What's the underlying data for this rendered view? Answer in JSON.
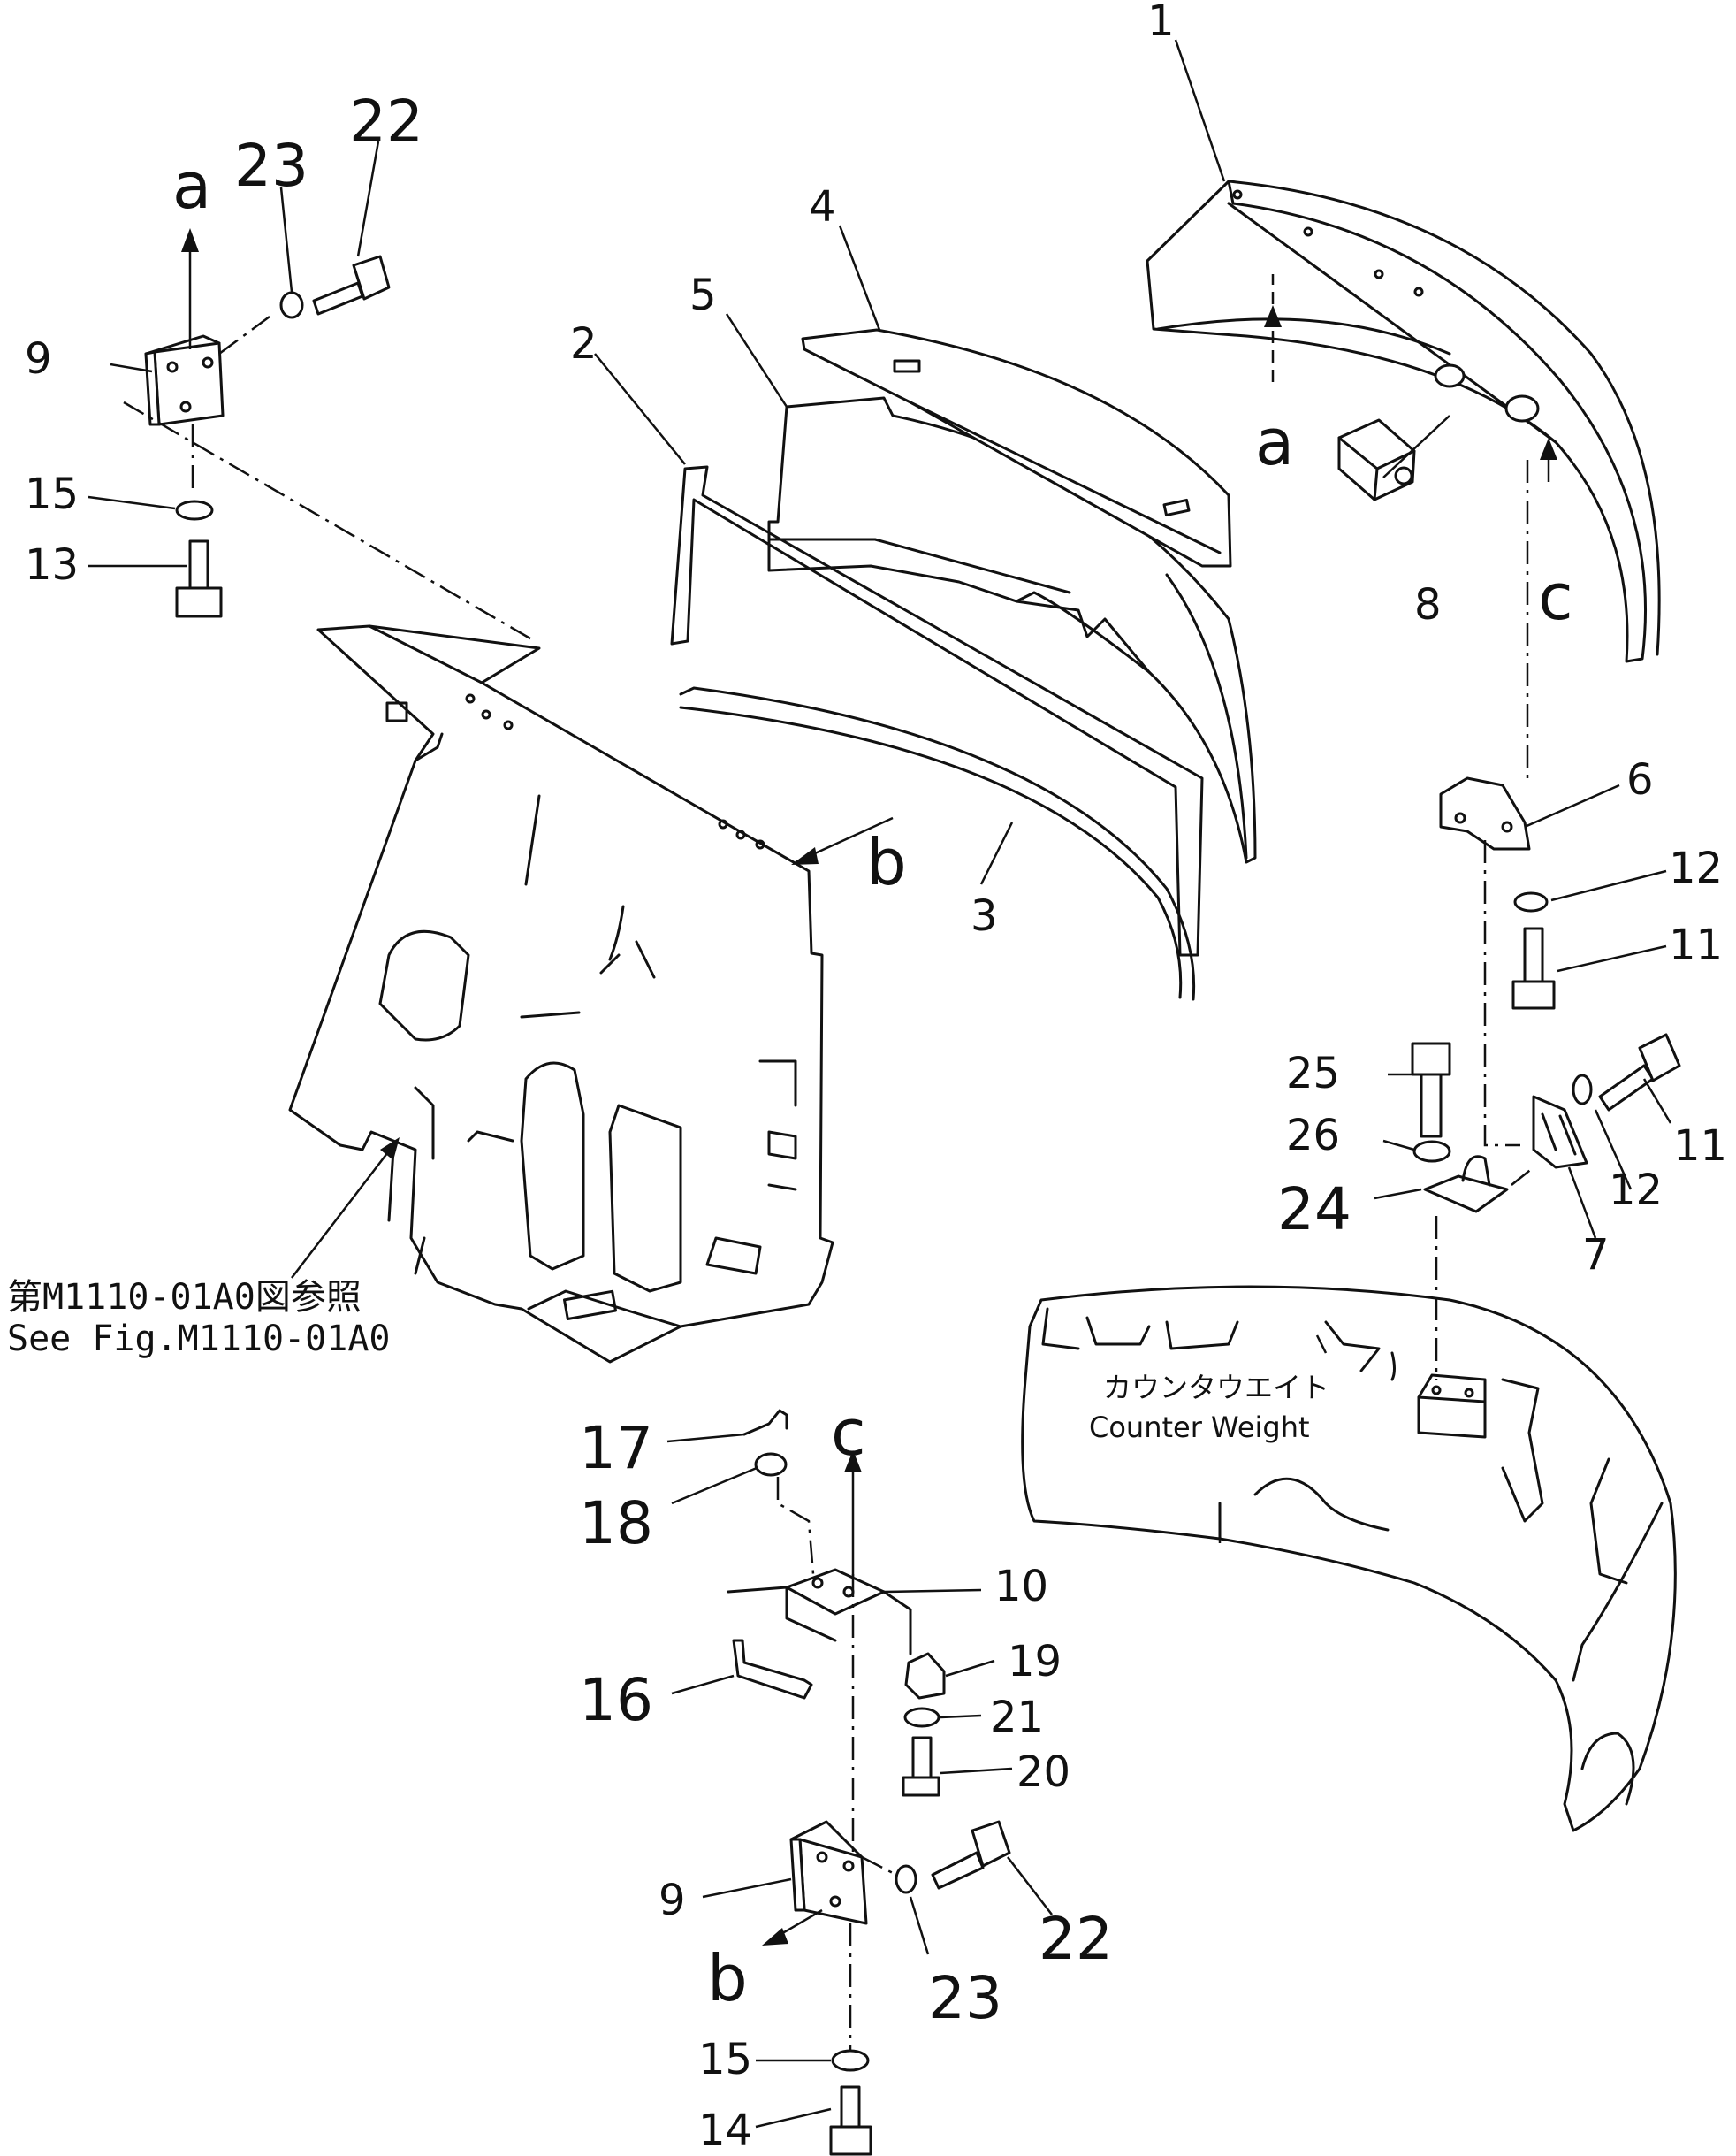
{
  "callouts": {
    "p1": "1",
    "p2": "2",
    "p3": "3",
    "p4": "4",
    "p5": "5",
    "p6": "6",
    "p7": "7",
    "p8": "8",
    "p9_top": "9",
    "p9_bottom": "9",
    "p10": "10",
    "p11_upper": "11",
    "p11_lower": "11",
    "p12_upper": "12",
    "p12_lower": "12",
    "p13": "13",
    "p14": "14",
    "p15_top": "15",
    "p15_bottom": "15",
    "p16": "16",
    "p17": "17",
    "p18": "18",
    "p19": "19",
    "p20": "20",
    "p21": "21",
    "p22_top": "22",
    "p22_bottom": "22",
    "p23_top": "23",
    "p23_bottom": "23",
    "p24": "24",
    "p25": "25",
    "p26": "26"
  },
  "arrow_letters": {
    "a_top_left": "a",
    "a_cover": "a",
    "c_cover": "c",
    "b_frame": "b",
    "c_bracket": "c",
    "b_hinge": "b"
  },
  "reference_note": {
    "line_jp": "第M1110-01A0図参照",
    "line_en": "See Fig.M1110-01A0"
  },
  "counterweight_label": {
    "jp": "カウンタウエイト",
    "en": "Counter Weight"
  }
}
